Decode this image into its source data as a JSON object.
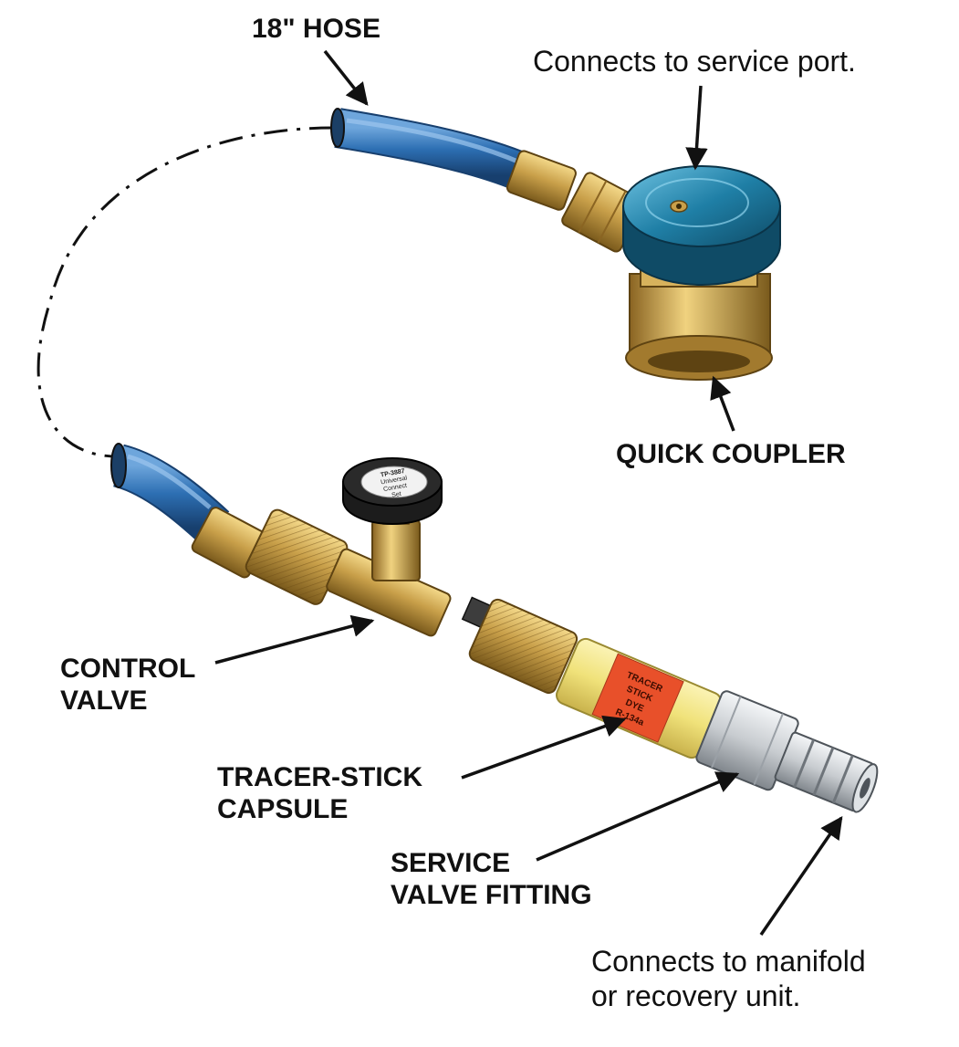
{
  "labels": {
    "hose": "18\" HOSE",
    "service_port": "Connects to service port.",
    "quick_coupler": "QUICK COUPLER",
    "control_valve_1": "CONTROL",
    "control_valve_2": "VALVE",
    "tracer_1": "TRACER-STICK",
    "tracer_2": "CAPSULE",
    "service_fitting_1": "SERVICE",
    "service_fitting_2": "VALVE FITTING",
    "manifold_1": "Connects to manifold",
    "manifold_2": "or recovery unit."
  },
  "knob_text": [
    "TP-3887",
    "Universal",
    "Connect",
    "Set"
  ],
  "capsule_label_text": [
    "TRACER",
    "STICK",
    "DYE",
    "R-134a"
  ],
  "colors": {
    "hose_blue": "#2d6fb3",
    "brass": "#c9a04a",
    "coupler_blue": "#1f7fa6",
    "capsule_yellow": "#f0e27a",
    "capsule_label": "#e8502a",
    "steel": "#c8ccd0",
    "text": "#111111"
  }
}
